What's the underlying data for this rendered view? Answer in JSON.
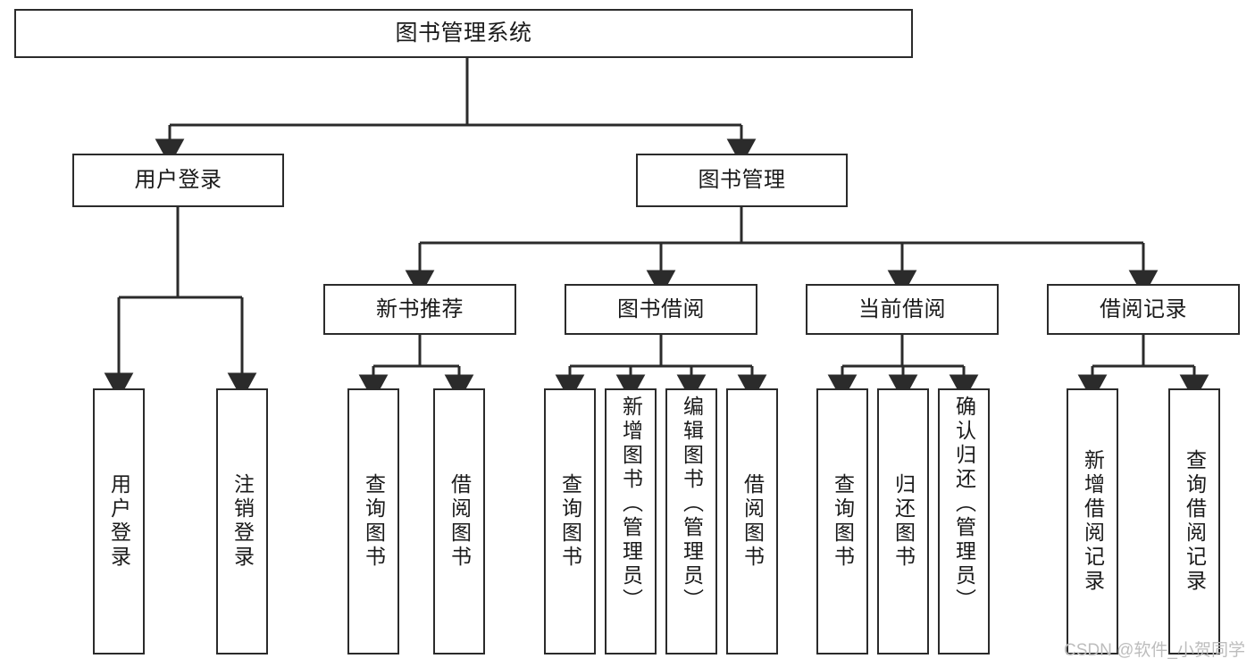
{
  "diagram": {
    "type": "tree-hierarchy",
    "title": "图书管理系统",
    "root": {
      "label": "图书管理系统"
    },
    "level2": [
      {
        "label": "用户登录"
      },
      {
        "label": "图书管理"
      }
    ],
    "level3": [
      {
        "label": "新书推荐"
      },
      {
        "label": "图书借阅"
      },
      {
        "label": "当前借阅"
      },
      {
        "label": "借阅记录"
      }
    ],
    "leaves": {
      "user_login": [
        {
          "label": "用户登录"
        },
        {
          "label": "注销登录"
        }
      ],
      "new_book_recommend": [
        {
          "label": "查询图书"
        },
        {
          "label": "借阅图书"
        }
      ],
      "book_borrow": [
        {
          "label": "查询图书"
        },
        {
          "label": "新增图书（管理员）"
        },
        {
          "label": "编辑图书（管理员）"
        },
        {
          "label": "借阅图书"
        }
      ],
      "current_borrow": [
        {
          "label": "查询图书"
        },
        {
          "label": "归还图书"
        },
        {
          "label": "确认归还（管理员）"
        }
      ],
      "borrow_record": [
        {
          "label": "新增借阅记录"
        },
        {
          "label": "查询借阅记录"
        }
      ]
    },
    "watermark": "CSDN @软件_小贺同学",
    "colors": {
      "stroke": "#2b2b2b",
      "fill": "#ffffff",
      "text": "#1a1a1a",
      "watermark": "#bdbdbd"
    }
  }
}
